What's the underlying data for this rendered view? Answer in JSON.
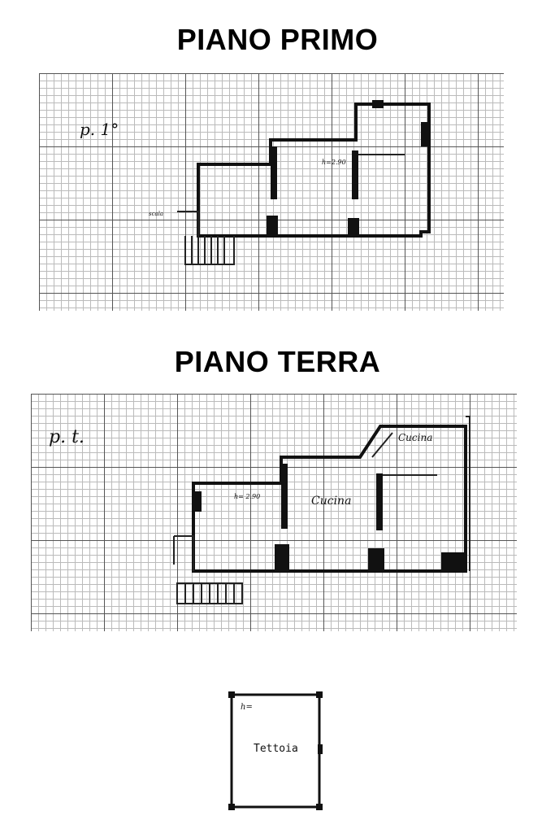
{
  "headings": {
    "first_floor": "PIANO PRIMO",
    "ground_floor": "PIANO TERRA"
  },
  "first_floor_plan": {
    "sheet_mark": "p. 1°",
    "height_note": "h=2.90",
    "stair_note": "scala"
  },
  "ground_floor_plan": {
    "sheet_mark": "p. t.",
    "height_note": "h= 2.90",
    "room_kitchen": "Cucina",
    "room_kitchenette": "Cucina"
  },
  "canopy_plan": {
    "height_note": "h=",
    "room_label": "Tettoia"
  }
}
